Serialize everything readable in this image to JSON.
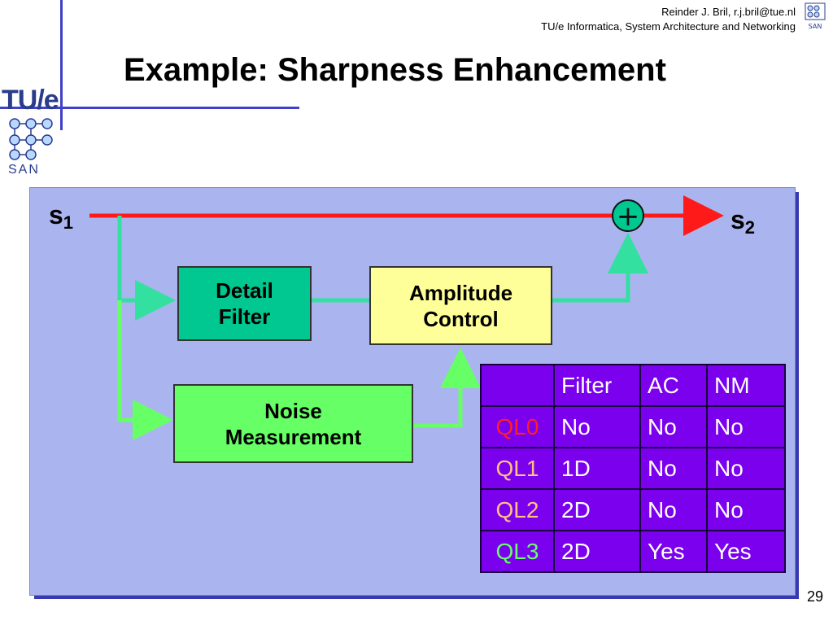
{
  "header": {
    "author_line": "Reinder J. Bril, r.j.bril@tue.nl",
    "affiliation_line": "TU/e Informatica, System Architecture and Networking",
    "logo_text": "TU/e",
    "logo_sub": "SAN"
  },
  "slide": {
    "title": "Example: Sharpness Enhancement",
    "page_number": "29"
  },
  "diagram": {
    "input_signal": "s",
    "input_sub": "1",
    "output_signal": "s",
    "output_sub": "2",
    "detail_filter": "Detail\nFilter",
    "amplitude_control": "Amplitude\nControl",
    "noise_measurement": "Noise\nMeasurement",
    "adder_symbol": "+"
  },
  "table": {
    "headers": [
      "",
      "Filter",
      "AC",
      "NM"
    ],
    "rows": [
      {
        "label": "QL0",
        "label_color": "#ff2020",
        "cells": [
          "No",
          "No",
          "No"
        ]
      },
      {
        "label": "QL1",
        "label_color": "#ffc080",
        "cells": [
          "1D",
          "No",
          "No"
        ]
      },
      {
        "label": "QL2",
        "label_color": "#ffc080",
        "cells": [
          "2D",
          "No",
          "No"
        ]
      },
      {
        "label": "QL3",
        "label_color": "#66ff66",
        "cells": [
          "2D",
          "Yes",
          "Yes"
        ]
      }
    ]
  },
  "colors": {
    "main_path": "#ff1a1a",
    "side_path": "#33e0a0",
    "noise_path": "#66ff66",
    "adder": "#00c890"
  }
}
